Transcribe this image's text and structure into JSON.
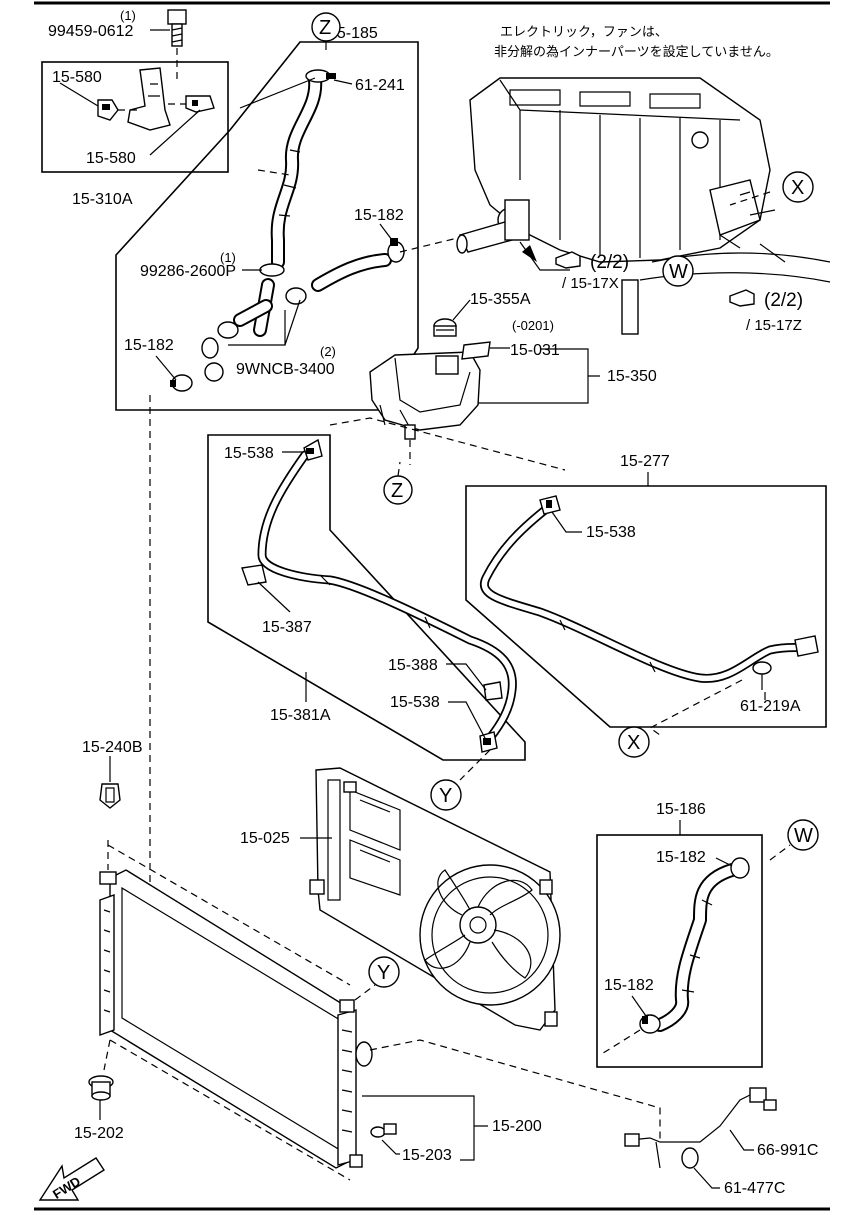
{
  "labels": {
    "l_99459": "99459-0612",
    "l_99459_qty": "(1)",
    "l_15185": "15-185",
    "l_61241": "61-241",
    "l_15580a": "15-580",
    "l_15580b": "15-580",
    "l_15310A": "15-310A",
    "l_15182a": "15-182",
    "l_99286": "99286-2600P",
    "l_99286_qty": "(1)",
    "l_15182b": "15-182",
    "l_9wncb": "9WNCB-3400",
    "l_9wncb_qty": "(2)",
    "l_15355A": "15-355A",
    "l_0201": "(-0201)",
    "l_15031": "15-031",
    "l_15350": "15-350",
    "l_ref_x_num": "(2/2)",
    "l_ref_x_page": "/ 15-17X",
    "l_ref_z_num": "(2/2)",
    "l_ref_z_page": "/ 15-17Z",
    "l_15538a": "15-538",
    "l_15387": "15-387",
    "l_15388": "15-388",
    "l_15538b": "15-538",
    "l_15381A": "15-381A",
    "l_15277": "15-277",
    "l_15538c": "15-538",
    "l_61219A": "61-219A",
    "l_15240B": "15-240B",
    "l_15025": "15-025",
    "l_15186": "15-186",
    "l_15182c": "15-182",
    "l_15182d": "15-182",
    "l_15202": "15-202",
    "l_15200": "15-200",
    "l_15203": "15-203",
    "l_66991C": "66-991C",
    "l_61477C": "61-477C",
    "l_fwd": "FWD"
  },
  "note_jp": {
    "line1": "エレクトリック，ファンは、",
    "line2": "非分解の為インナーパーツを設定していません。"
  },
  "connectors": {
    "z_top": "Z",
    "z_mid": "Z",
    "x_right": "X",
    "x_bottom": "X",
    "w_engine": "W",
    "w_right": "W",
    "y_mid": "Y",
    "y_low": "Y"
  }
}
